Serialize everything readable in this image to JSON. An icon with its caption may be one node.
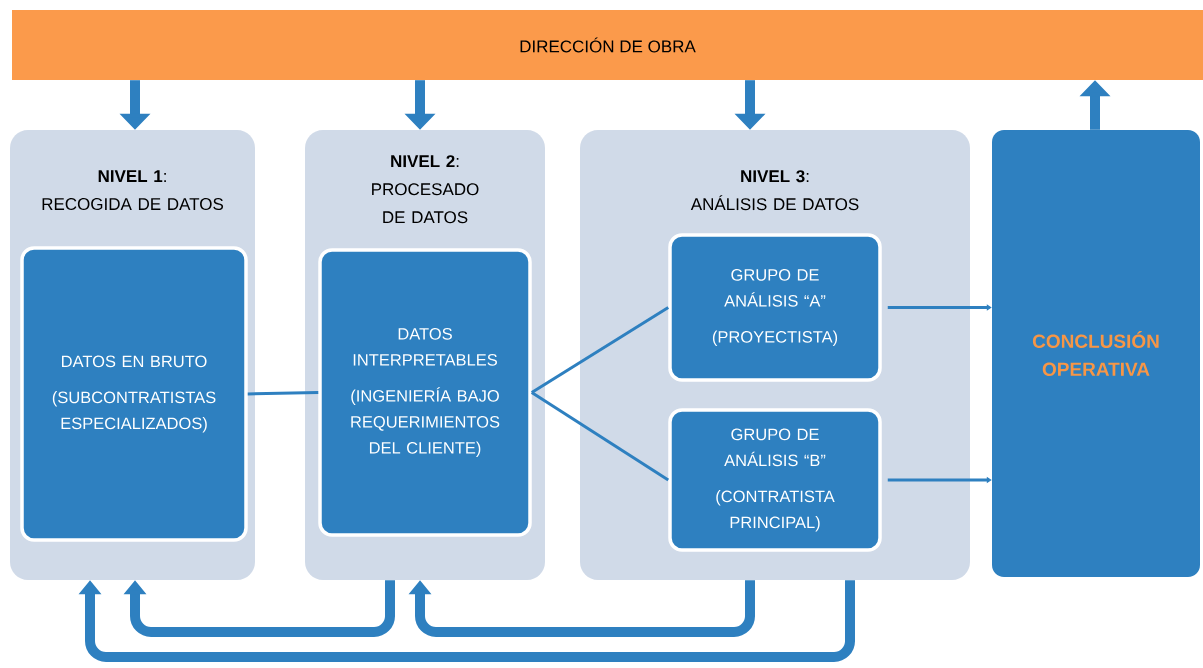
{
  "diagram": {
    "nodes": [
      {
        "text": [
          "DIRECCIÓN DE OBRA"
        ]
      },
      {
        "text": [
          "**NIVEL 1**:",
          "RECOGIDA DE DATOS"
        ]
      },
      {
        "text": [
          "DATOS EN BRUTO",
          "(SUBCONTRATISTAS ESPECIALIZADOS)"
        ],
        "in": 1
      },
      {
        "text": [
          "**NIVEL 2**:",
          "PROCESADO DE DATOS"
        ]
      },
      {
        "text": [
          "DATOS INTERPRETABLES",
          "(INGENIERÍA BAJO REQUERIMIENTOS DEL CLIENTE)"
        ],
        "in": 3
      },
      {
        "text": [
          "**NIVEL 3**:",
          "ANÁLISIS DE DATOS"
        ]
      },
      {
        "text": [
          "GRUPO DE ANÁLISIS “A”",
          "(PROYECTISTA)"
        ],
        "in": 5
      },
      {
        "text": [
          "GRUPO DE ANÁLISIS “B”",
          "(CONTRATISTA PRINCIPAL)"
        ],
        "in": 5
      },
      {
        "text": [
          "CONCLUSIÓN OPERATIVA"
        ]
      }
    ],
    "edges": [
      {
        "from": 0,
        "to": 1,
        "arrow": "to"
      },
      {
        "from": 0,
        "to": 3,
        "arrow": "to"
      },
      {
        "from": 0,
        "to": 5,
        "arrow": "to"
      },
      {
        "from": 8,
        "to": 0,
        "arrow": "to"
      },
      {
        "from": 2,
        "to": 4,
        "arrow": "none"
      },
      {
        "from": 4,
        "to": 6,
        "arrow": "none"
      },
      {
        "from": 4,
        "to": 7,
        "arrow": "none"
      },
      {
        "from": 6,
        "to": 8,
        "arrow": "to"
      },
      {
        "from": 7,
        "to": 8,
        "arrow": "to"
      },
      {
        "from": 3,
        "to": 1,
        "arrow": "to"
      },
      {
        "from": 5,
        "to": 3,
        "arrow": "to"
      },
      {
        "from": 5,
        "to": 1,
        "arrow": "to"
      }
    ]
  }
}
